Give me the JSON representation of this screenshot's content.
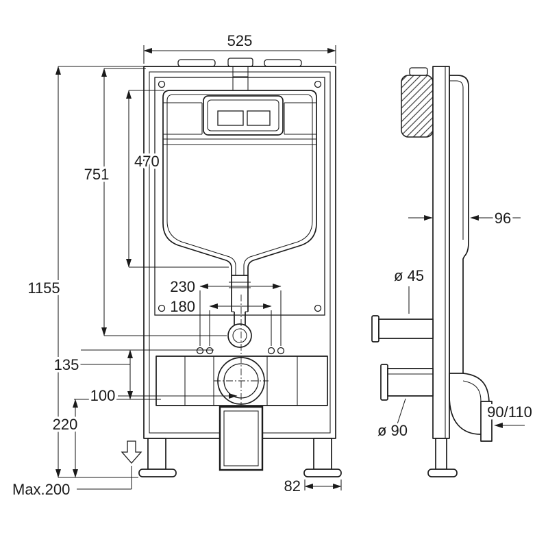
{
  "dims": {
    "front": {
      "width_top": "525",
      "upper_height": "751",
      "cistern_height": "470",
      "total_height": "1155",
      "rod_spacing_outer": "230",
      "rod_spacing_inner": "180",
      "flush_offset": "135",
      "outlet_axis": "100",
      "outlet_height": "220",
      "max_adjustment": "Max.200",
      "foot_width": "82"
    },
    "side": {
      "depth": "96",
      "inlet_diameter": "ø 45",
      "outlet_diameter": "ø 90",
      "waste_pipe": "90/110"
    }
  },
  "colors": {
    "line": "#1a1a1a",
    "background": "#ffffff"
  }
}
